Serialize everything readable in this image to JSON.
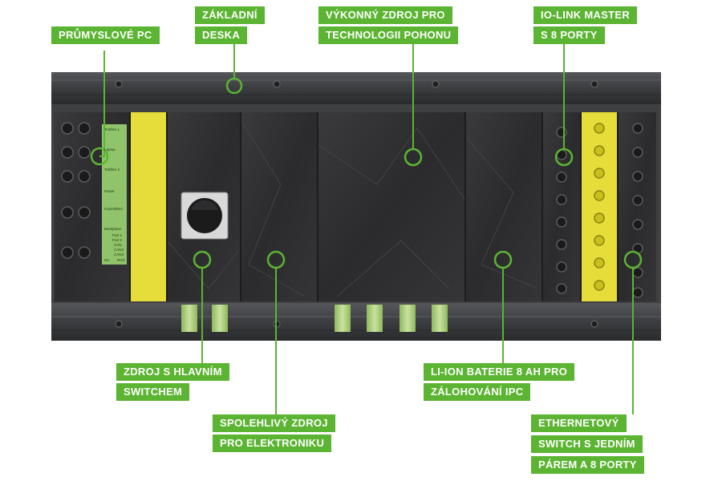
{
  "labels": {
    "industrial_pc": [
      "PRŮMYSLOVÉ PC"
    ],
    "base_board": [
      "ZÁKLADNÍ",
      "DESKA"
    ],
    "drive_power_supply": [
      "VÝKONNÝ ZDROJ PRO",
      "TECHNOLOGII POHONU"
    ],
    "io_link_master": [
      "IO-LINK MASTER",
      "S 8 PORTY"
    ],
    "psu_main_switch": [
      "ZDROJ S HLAVNÍM",
      "SWITCHEM"
    ],
    "electronics_psu": [
      "SPOLEHLIVÝ ZDROJ",
      "PRO ELEKTRONIKU"
    ],
    "li_ion_battery": [
      "LI-ION BATERIE 8 AH PRO",
      "ZÁLOHOVÁNÍ IPC"
    ],
    "ethernet_switch": [
      "ETHERNETOVÝ",
      "SWITCH S JEDNÍM",
      "PÁREM A 8 PORTY"
    ]
  },
  "ipc_panel": [
    "Teleflex 1",
    "Laptop",
    "Teleflex 2",
    "Power",
    "Kopiroblem",
    "Backplane",
    "Port 1",
    "Port 2",
    "CAN",
    "CAN2",
    "CAN3",
    "NA",
    "RG2"
  ],
  "colors": {
    "accent": "#5bb432",
    "module": "#2e2e2e",
    "chassis": "#3f4042",
    "yellow": "#e6dc3a"
  }
}
